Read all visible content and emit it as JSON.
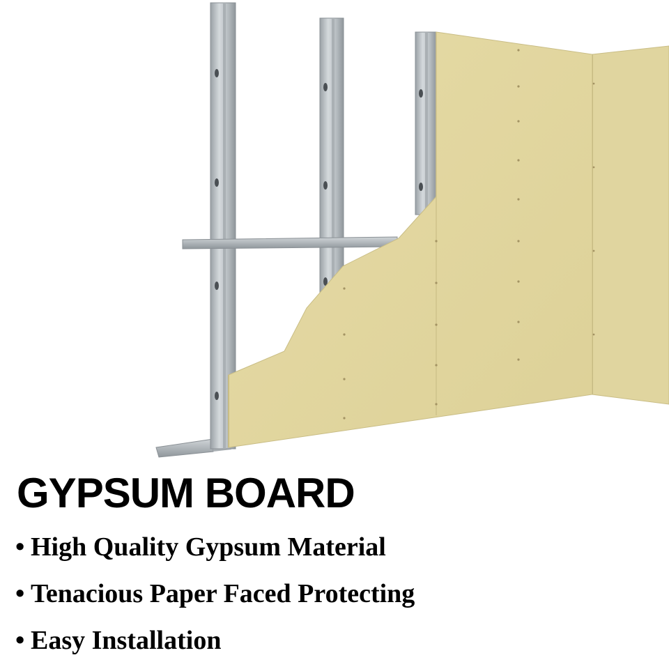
{
  "product": {
    "title": "GYPSUM BOARD",
    "bullet": "•",
    "features": [
      "High Quality Gypsum Material",
      "Tenacious Paper Faced Protecting",
      "Easy Installation"
    ]
  },
  "colors": {
    "board_face": "#e3d8a2",
    "board_shade": "#d9cd94",
    "steel": "#bcc2c6",
    "steel_dark": "#8f969b",
    "text": "#000000",
    "background": "#ffffff"
  },
  "icons": {
    "bullet": "bullet-icon",
    "illustration": "drywall-partition-illustration"
  }
}
